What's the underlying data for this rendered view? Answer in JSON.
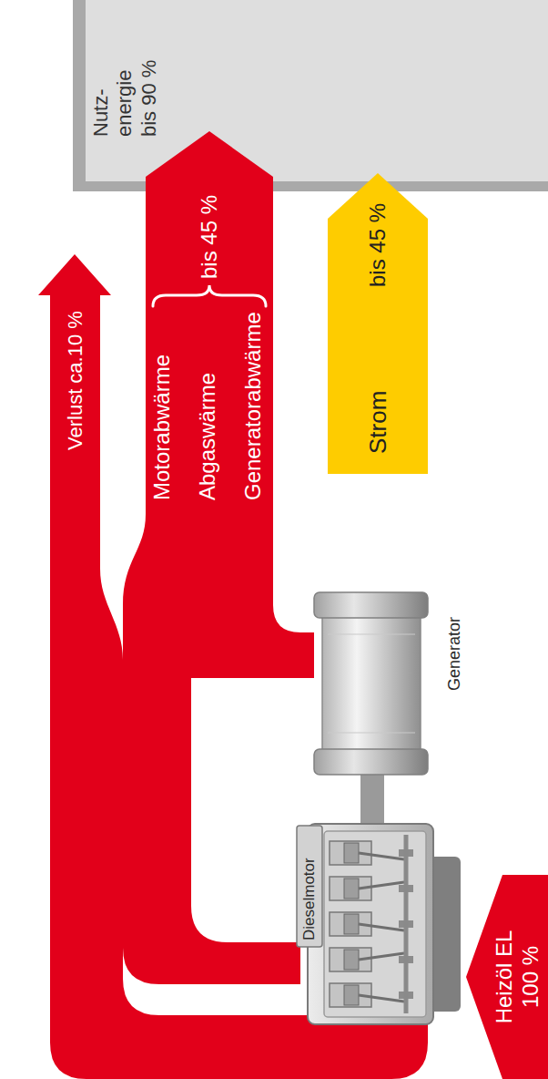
{
  "diagram": {
    "nodes": [
      {
        "text": [
          "Verlust ca.10 %"
        ]
      },
      {
        "text": [
          "Motorabwärme",
          "Abgaswärme",
          "Generatorabwärme",
          "bis 45 %"
        ]
      },
      {
        "text": [
          "Nutz- energie bis 90 %"
        ]
      },
      {
        "text": [
          "Strom",
          "bis 45 %"
        ]
      },
      {
        "text": [
          "Dieselmotor"
        ]
      },
      {
        "text": [
          "Generator"
        ]
      },
      {
        "text": [
          "Heizöl EL 100 %"
        ]
      }
    ],
    "edges": [
      {
        "from": 4,
        "to": 0,
        "arrow": "none"
      },
      {
        "from": 4,
        "to": 1,
        "arrow": "none"
      },
      {
        "from": 5,
        "to": 1,
        "arrow": "none"
      },
      {
        "from": 4,
        "to": 5,
        "arrow": "none"
      }
    ]
  }
}
